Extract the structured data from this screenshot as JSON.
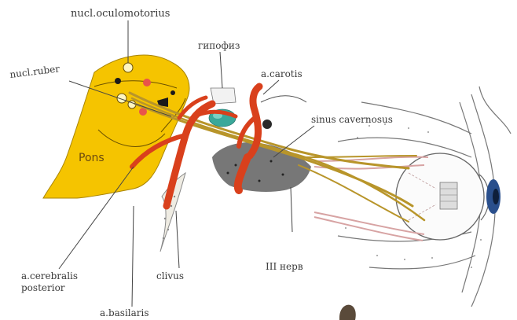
{
  "diagram": {
    "labels": {
      "nucl_oculomotorius": "nucl.oculomotorius",
      "nucl_ruber": "nucl.ruber",
      "gipofiz": "гипофиз",
      "a_carotis": "a.carotis",
      "sinus_cavernosus": "sinus cavernosus",
      "pons": "Pons",
      "a_cerebralis_posterior_1": "a.cerebralis",
      "a_cerebralis_posterior_2": "posterior",
      "clivus": "clivus",
      "iii_nerv": "III нерв",
      "a_basilaris": "a.basilaris"
    },
    "colors": {
      "pons": "#f5c400",
      "artery": "#d9401c",
      "nerve": "#b8952a",
      "hypophysis": "#3aa89a",
      "iris": "#2a4f8c",
      "sinus": "#4a4a4a",
      "lead_line": "#444444"
    },
    "icons": [
      "eye-drawing",
      "pons-drawing",
      "artery-drawing",
      "nerve-bundle-drawing"
    ]
  }
}
